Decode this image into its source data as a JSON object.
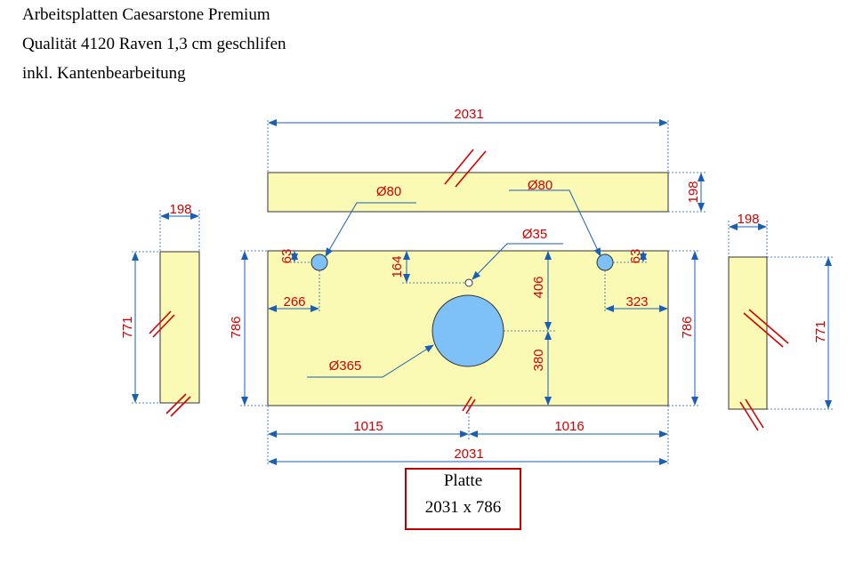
{
  "header": {
    "line1": "Arbeitsplatten Caesarstone Premium",
    "line2": "Qualität 4120 Raven 1,3 cm geschlifen",
    "line3": "inkl. Kantenbearbeitung"
  },
  "colors": {
    "slab_fill": "#fafab4",
    "dimension_text": "#d40000",
    "dimension_line": "#1a5fb4",
    "hole_fill": "#7ec0f8",
    "label_border": "#c00000"
  },
  "dimensions": {
    "top_strip_width": "2031",
    "top_strip_height": "198",
    "hole_left": "Ø80",
    "hole_right": "Ø80",
    "hole_small": "Ø35",
    "sink_cutout": "Ø365",
    "offset_top_left": "63",
    "offset_top_right": "63",
    "small_hole_depth": "164",
    "left_hole_x": "266",
    "right_hole_x": "323",
    "sink_upper": "406",
    "sink_lower": "380",
    "main_depth_left": "786",
    "main_depth_right": "786",
    "bottom_left": "1015",
    "bottom_right": "1016",
    "main_width": "2031",
    "left_side_width": "198",
    "left_side_height": "771",
    "right_side_width": "198",
    "right_side_height": "771"
  },
  "plate_label": {
    "title": "Platte",
    "size": "2031 x 786"
  }
}
